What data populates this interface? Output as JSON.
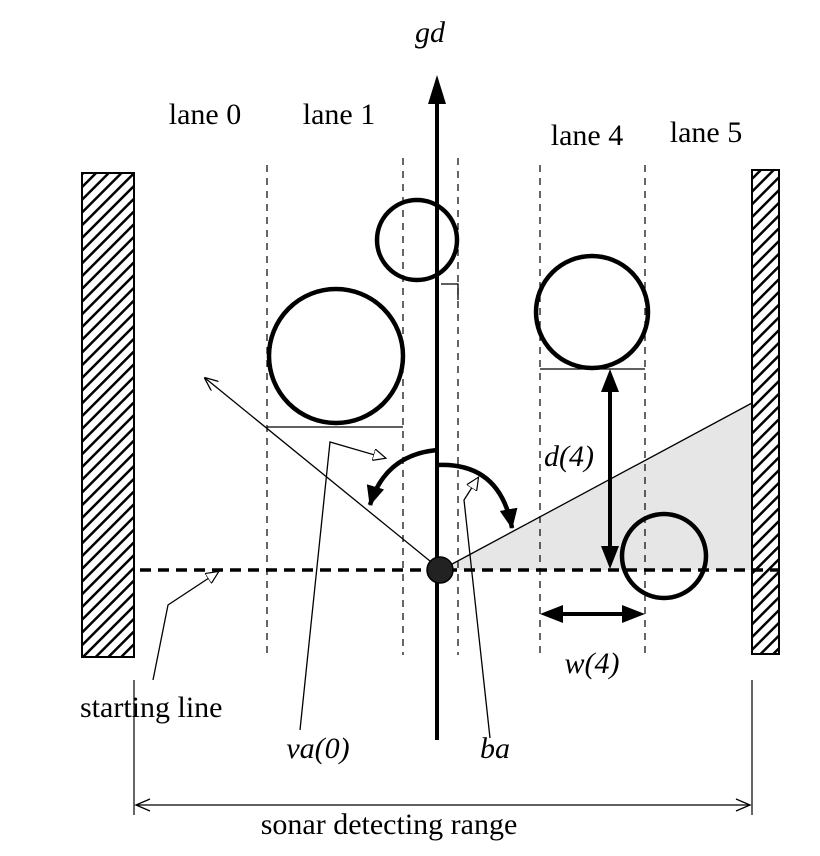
{
  "diagram": {
    "axis_label": "gd",
    "lanes": [
      {
        "label": "lane 0"
      },
      {
        "label": "lane 1"
      },
      {
        "label": "lane 4"
      },
      {
        "label": "lane 5"
      }
    ],
    "distance_label": "d(4)",
    "width_label": "w(4)",
    "starting_line_label": "starting line",
    "valid_angle_label": "va(0)",
    "bearing_angle_label": "ba",
    "range_label": "sonar detecting range",
    "colors": {
      "ink": "#000000",
      "sector_fill": "#e6e6e6",
      "background": "#ffffff"
    }
  }
}
